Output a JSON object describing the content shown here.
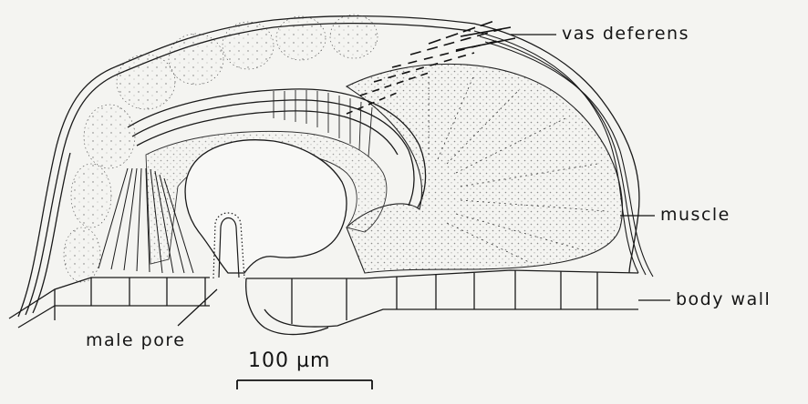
{
  "labels": {
    "vas_deferens": "vas deferens",
    "muscle": "muscle",
    "body_wall": "body wall",
    "male_pore": "male pore"
  },
  "scale_bar": {
    "text": "100 µm"
  }
}
